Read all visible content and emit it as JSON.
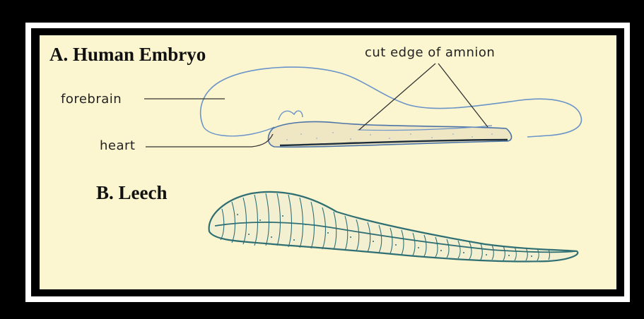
{
  "figure": {
    "panel_a": {
      "title": "A. Human Embryo",
      "labels": {
        "forebrain": "forebrain",
        "heart": "heart",
        "amnion": "cut edge of amnion"
      }
    },
    "panel_b": {
      "title": "B. Leech"
    }
  },
  "colors": {
    "background": "#fbf6cf",
    "frame": "#000000",
    "frame_accent": "#ffffff",
    "embryo_outline": "#6a93c9",
    "leech_outline": "#2f6f73",
    "label_line": "#333333"
  }
}
